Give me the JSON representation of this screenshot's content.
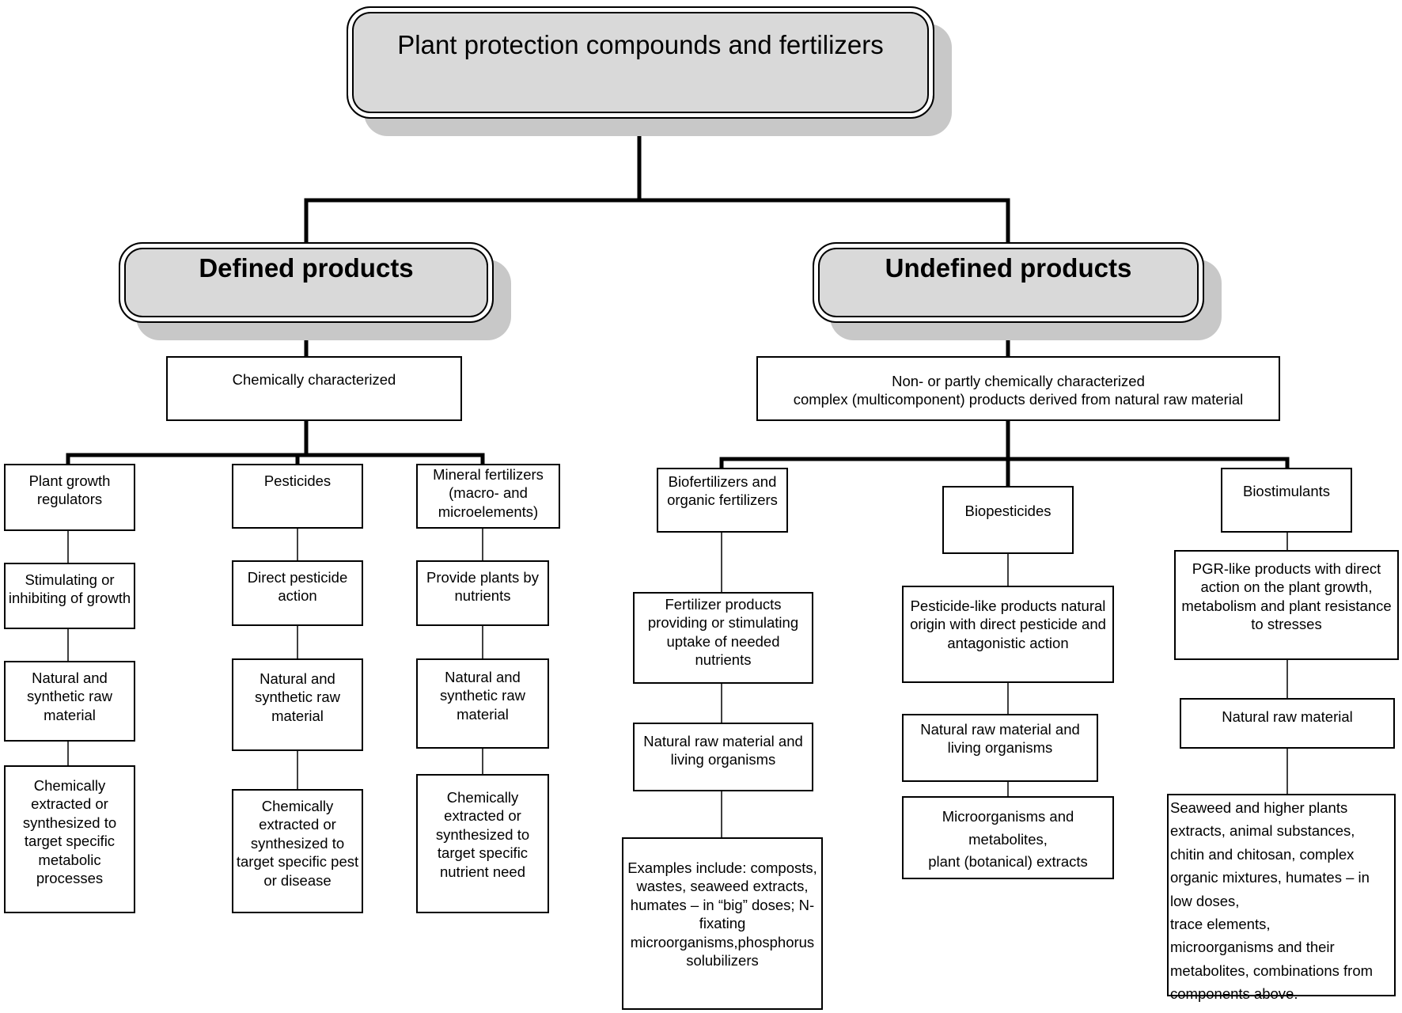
{
  "root": {
    "label": "Plant protection compounds and fertilizers"
  },
  "defined": {
    "label": "Defined products",
    "char": "Chemically characterized",
    "cols": [
      {
        "title": "Plant growth\nregulators",
        "action": "Stimulating or\ninhibiting of growth",
        "material": "Natural and\nsynthetic raw\nmaterial",
        "target": "Chemically\nextracted or\nsynthesized to\ntarget specific\nmetabolic\nprocesses"
      },
      {
        "title": "Pesticides",
        "action": "Direct pesticide\naction",
        "material": "Natural and\nsynthetic raw\nmaterial",
        "target": "Chemically\nextracted or\nsynthesized to\ntarget specific pest\nor disease"
      },
      {
        "title": "Mineral fertilizers\n(macro- and\nmicroelements)",
        "action": "Provide plants by\nnutrients",
        "material": "Natural and\nsynthetic raw\nmaterial",
        "target": "Chemically\nextracted or\nsynthesized to\ntarget specific\nnutrient need"
      }
    ]
  },
  "undefined": {
    "label": "Undefined products",
    "char": "Non- or partly chemically characterized\ncomplex (multicomponent) products derived from natural raw material",
    "cols": [
      {
        "title": "Biofertilizers and\norganic fertilizers",
        "action": "Fertilizer products\nproviding or stimulating\nuptake of needed\nnutrients",
        "material": "Natural raw material and\nliving organisms",
        "examples": "Examples include: composts,\nwastes, seaweed extracts,\nhumates – in “big” doses; N-\nfixating\nmicroorganisms,phosphorus\nsolubilizers"
      },
      {
        "title": "Biopesticides",
        "action": "Pesticide-like products natural\norigin with direct pesticide and\nantagonistic action",
        "material": "Natural raw material and\nliving organisms",
        "examples": "Microorganisms and\nmetabolites,\nplant (botanical) extracts"
      },
      {
        "title": "Biostimulants",
        "action": "PGR-like products with direct\naction on the plant growth,\nmetabolism and plant resistance\nto stresses",
        "material": "Natural raw material",
        "examples": "Seaweed and higher plants\nextracts, animal substances,\nchitin and chitosan, complex\norganic mixtures, humates – in\nlow doses,\ntrace elements,\nmicroorganisms and their\nmetabolites, combinations from\ncomponents above."
      }
    ]
  }
}
